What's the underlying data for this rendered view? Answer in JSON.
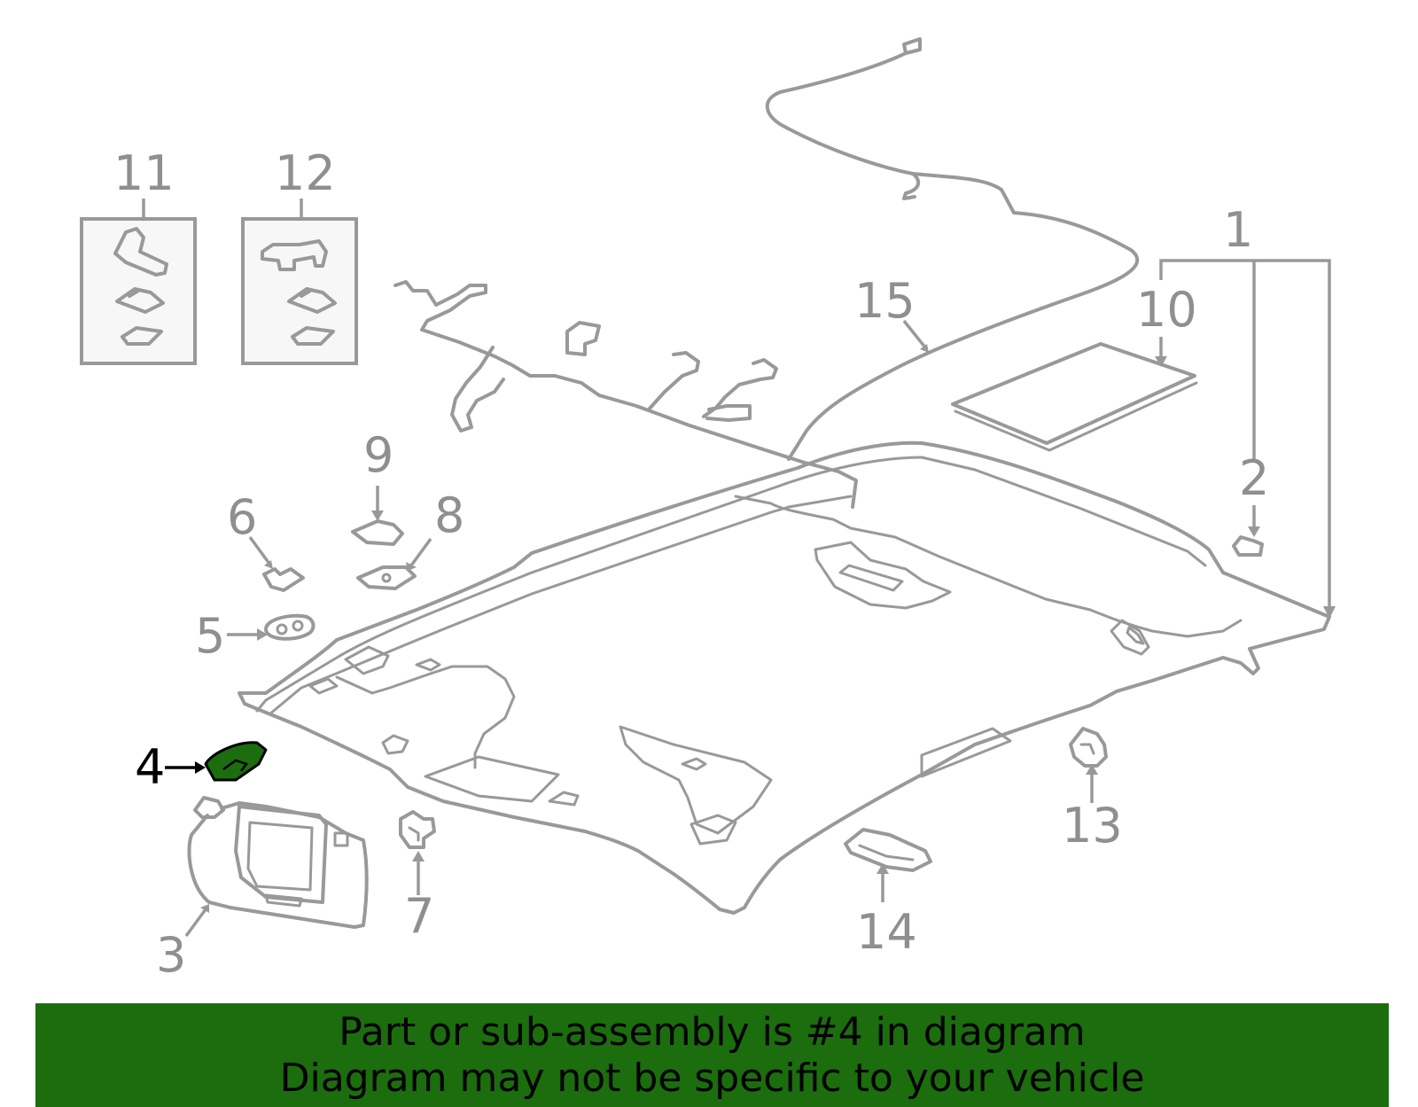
{
  "highlight_color": "#1b6d0d",
  "outline_color": "#999999",
  "highlighted_part": "4",
  "callouts": [
    {
      "id": "1",
      "label": "1"
    },
    {
      "id": "2",
      "label": "2"
    },
    {
      "id": "3",
      "label": "3"
    },
    {
      "id": "4",
      "label": "4"
    },
    {
      "id": "5",
      "label": "5"
    },
    {
      "id": "6",
      "label": "6"
    },
    {
      "id": "7",
      "label": "7"
    },
    {
      "id": "8",
      "label": "8"
    },
    {
      "id": "9",
      "label": "9"
    },
    {
      "id": "10",
      "label": "10"
    },
    {
      "id": "11",
      "label": "11"
    },
    {
      "id": "12",
      "label": "12"
    },
    {
      "id": "13",
      "label": "13"
    },
    {
      "id": "14",
      "label": "14"
    },
    {
      "id": "15",
      "label": "15"
    }
  ],
  "banner": {
    "line1": "Part or sub-assembly is #4 in diagram",
    "line2": "Diagram may not be specific to your vehicle",
    "background": "#1b6d0d"
  }
}
